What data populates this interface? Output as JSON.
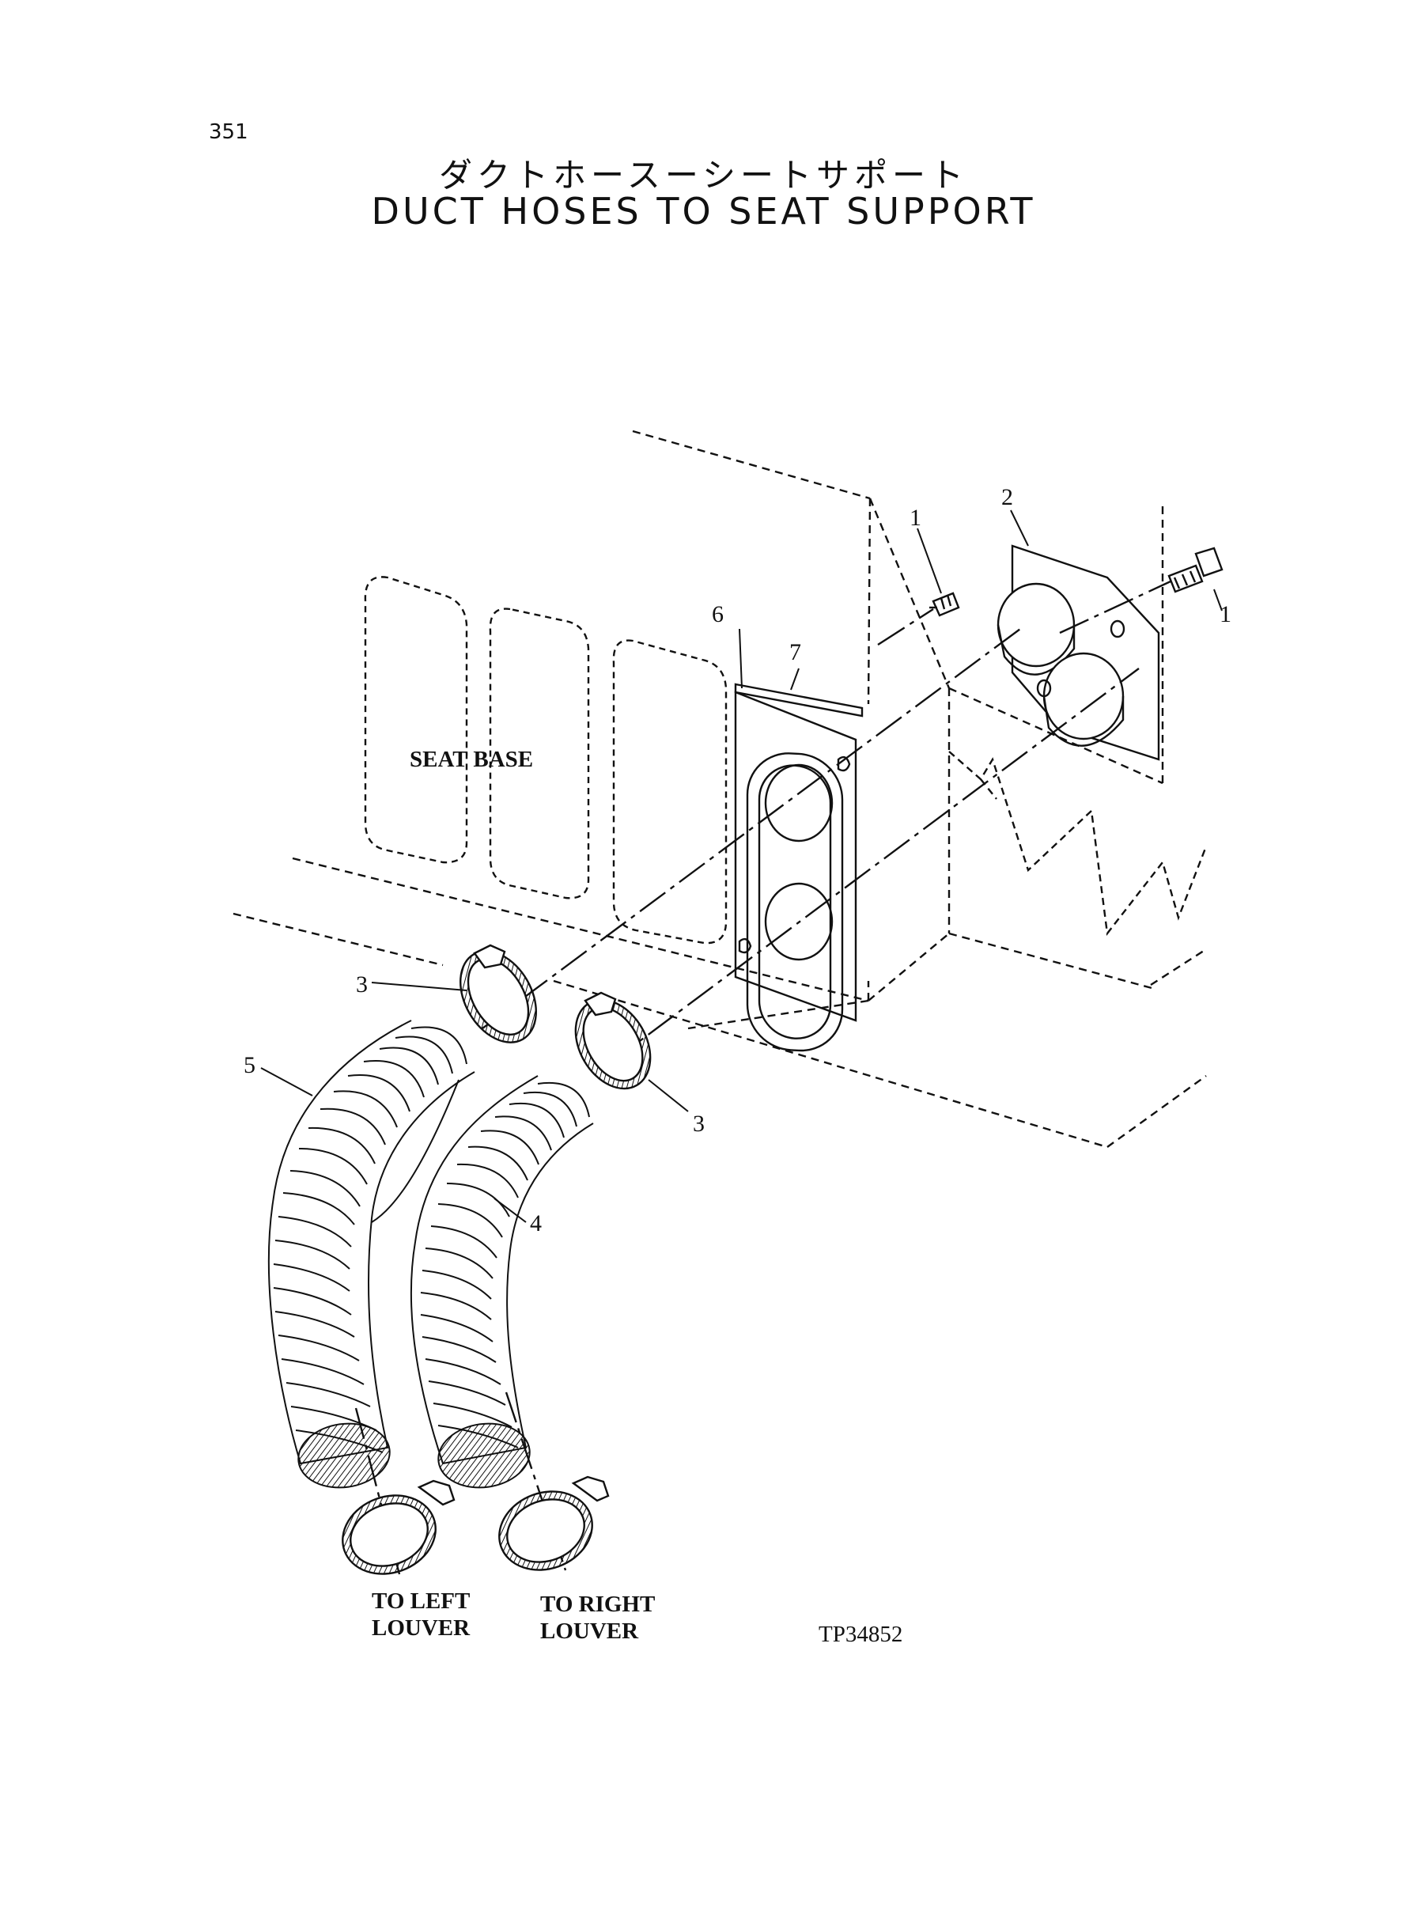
{
  "header": {
    "page_number": "351",
    "title_jp": "ダクトホースーシートサポート",
    "title_en": "DUCT HOSES TO SEAT SUPPORT"
  },
  "labels": {
    "seat_base": "SEAT BASE",
    "to_left_line1": "TO LEFT",
    "to_left_line2": "LOUVER",
    "to_right_line1": "TO RIGHT",
    "to_right_line2": "LOUVER",
    "figure_code": "TP34852"
  },
  "callouts": {
    "bolt_left": "1",
    "bolt_right": "1",
    "plate": "2",
    "clamp_left": "3",
    "clamp_right": "3",
    "hose_right": "4",
    "hose_left": "5",
    "seal_edge": "6",
    "seal_strip": "7"
  }
}
